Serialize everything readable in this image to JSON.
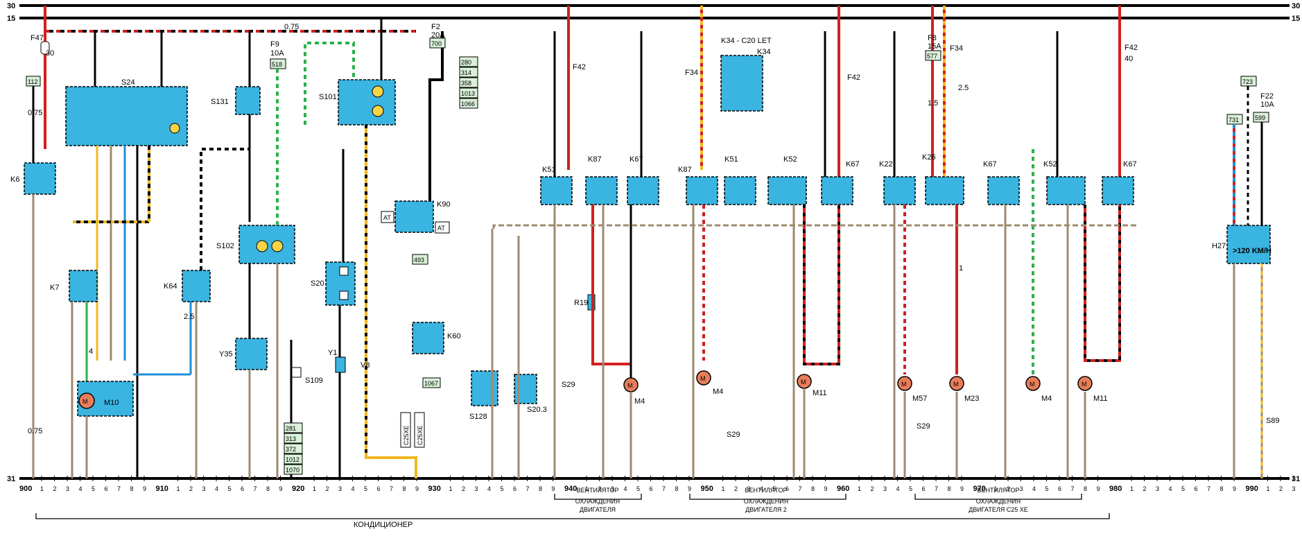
{
  "rails": {
    "top": "30",
    "second": "15",
    "bottom": "31"
  },
  "scale": {
    "majors": [
      "900",
      "910",
      "920",
      "930",
      "940",
      "950",
      "960",
      "970",
      "980",
      "990"
    ],
    "minor_digits": [
      "1",
      "2",
      "3",
      "4",
      "5",
      "6",
      "7",
      "8",
      "9"
    ]
  },
  "brackets": {
    "ac": "КОНДИЦИОНЕР",
    "fan1": [
      "ВЕНТИЛЯТОР",
      "ОХЛАЖДЕНИЯ",
      "ДВИГАТЕЛЯ"
    ],
    "fan2": [
      "ВЕНТИЛЯТОР",
      "ОХЛАЖДЕНИЯ",
      "ДВИГАТЕЛЯ 2"
    ],
    "fan3": [
      "ВЕНТИЛЯТОР",
      "ОХЛАЖДЕНИЯ",
      "ДВИГАТЕЛЯ C25 XE"
    ]
  },
  "components": {
    "K6": "K6",
    "K7": "K7",
    "M10": "M10",
    "S24": "S24",
    "K64": "K64",
    "Y35": "Y35",
    "S131": "S131",
    "S102": "S102",
    "S101": "S101",
    "S20": "S20",
    "Y1": "Y1",
    "V8": "V8",
    "S109": "S109",
    "K90": "K90",
    "K60": "K60",
    "S128": "S128",
    "S20_3": "S20.3",
    "S29a": "S29",
    "M4a": "M4",
    "R19": "R19",
    "K51a": "K51",
    "K87a": "K87",
    "K67a": "K67",
    "K87b": "K87",
    "K51b": "K51",
    "K34": "K34",
    "K52a": "K52",
    "K67b": "K67",
    "M4b": "M4",
    "M11a": "M11",
    "S29b": "S29",
    "K34title": "K34 - C20 LET",
    "K22": "K22",
    "K26": "K26",
    "K67c": "K67",
    "K52b": "K52",
    "K67d": "K67",
    "M57": "M57",
    "M23": "M23",
    "S29c": "S29",
    "M4c": "M4",
    "M11b": "M11",
    "H27": "H27",
    "H27text": ">120 KM/H",
    "S89": "S89"
  },
  "fuses": {
    "F47": "F47",
    "F9": "F9",
    "F9a": "10A",
    "F2": "F2",
    "F2a": "20A",
    "F42a": "F42",
    "F34a": "F34",
    "F42b": "F42",
    "F8": "F8",
    "F8a": "15A",
    "F34b": "F34",
    "F42c": "F42",
    "F22": "F22",
    "F22a": "10A"
  },
  "refs": {
    "r112": "112",
    "r518": "518",
    "r700": "700",
    "r577": "577",
    "r599": "599",
    "r723": "723",
    "r731": "731",
    "r493": "493",
    "r1067": "1067",
    "stack1": [
      "280",
      "314",
      "358",
      "1013",
      "1066"
    ],
    "stack2": [
      "281",
      "313",
      "372",
      "1012",
      "1070"
    ]
  },
  "variants": {
    "c25a": "C25XE",
    "c25b": "C25XE",
    "at1": "AT",
    "at2": "AT"
  },
  "wire_labels": [
    "0.75",
    "4",
    "2.5",
    "1",
    "1.5",
    "30",
    "40"
  ]
}
